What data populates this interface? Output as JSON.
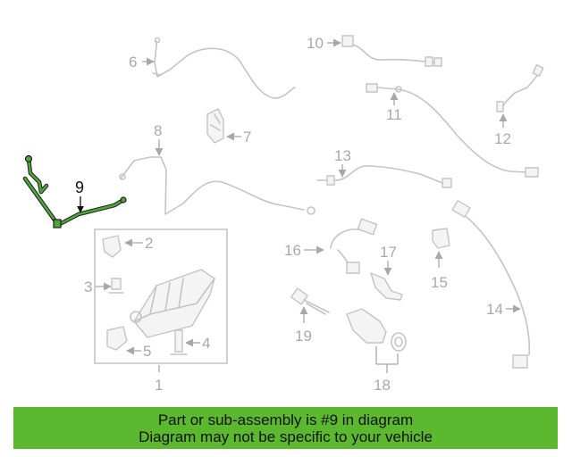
{
  "diagram": {
    "highlighted_part": "9",
    "highlight_color": "#4ea63a",
    "callouts": [
      "1",
      "2",
      "3",
      "4",
      "5",
      "6",
      "7",
      "8",
      "9",
      "10",
      "11",
      "12",
      "13",
      "14",
      "15",
      "16",
      "17",
      "18",
      "19"
    ]
  },
  "banner": {
    "line1": "Part or sub-assembly is #9 in diagram",
    "line2": "Diagram may not be specific to your vehicle",
    "background_color": "#5cb82f"
  }
}
